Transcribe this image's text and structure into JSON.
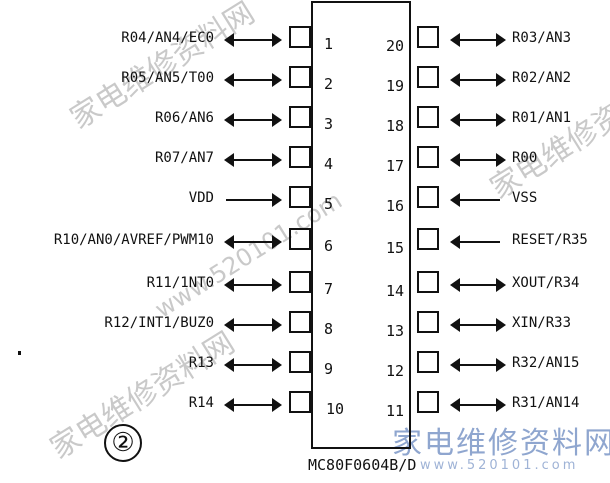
{
  "figure_number": "②",
  "chip": {
    "part_number": "MC80F0604B/D"
  },
  "left_pins": [
    {
      "num": "1",
      "label": "R04/AN4/EC0",
      "direction": "bidirectional"
    },
    {
      "num": "2",
      "label": "R05/AN5/T00",
      "direction": "bidirectional"
    },
    {
      "num": "3",
      "label": "R06/AN6",
      "direction": "bidirectional"
    },
    {
      "num": "4",
      "label": "R07/AN7",
      "direction": "bidirectional"
    },
    {
      "num": "5",
      "label": "VDD",
      "direction": "input"
    },
    {
      "num": "6",
      "label": "R10/AN0/AVREF/PWM10",
      "direction": "bidirectional"
    },
    {
      "num": "7",
      "label": "R11/1NT0",
      "direction": "bidirectional"
    },
    {
      "num": "8",
      "label": "R12/INT1/BUZ0",
      "direction": "bidirectional"
    },
    {
      "num": "9",
      "label": "R13",
      "direction": "bidirectional"
    },
    {
      "num": "10",
      "label": "R14",
      "direction": "bidirectional"
    }
  ],
  "right_pins": [
    {
      "num": "20",
      "label": "R03/AN3",
      "direction": "bidirectional"
    },
    {
      "num": "19",
      "label": "R02/AN2",
      "direction": "bidirectional"
    },
    {
      "num": "18",
      "label": "R01/AN1",
      "direction": "bidirectional"
    },
    {
      "num": "17",
      "label": "R00",
      "direction": "bidirectional"
    },
    {
      "num": "16",
      "label": "VSS",
      "direction": "input"
    },
    {
      "num": "15",
      "label": "RESET/R35",
      "direction": "input"
    },
    {
      "num": "14",
      "label": "XOUT/R34",
      "direction": "bidirectional"
    },
    {
      "num": "13",
      "label": "XIN/R33",
      "direction": "bidirectional"
    },
    {
      "num": "12",
      "label": "R32/AN15",
      "direction": "bidirectional"
    },
    {
      "num": "11",
      "label": "R31/AN14",
      "direction": "bidirectional"
    }
  ],
  "watermark": {
    "cn": "家电维修资料网",
    "en": "www.520101.com",
    "en_bottom": "www.520101.com"
  },
  "colors": {
    "ink": "#111111",
    "watermark": "#c9c9c9"
  }
}
